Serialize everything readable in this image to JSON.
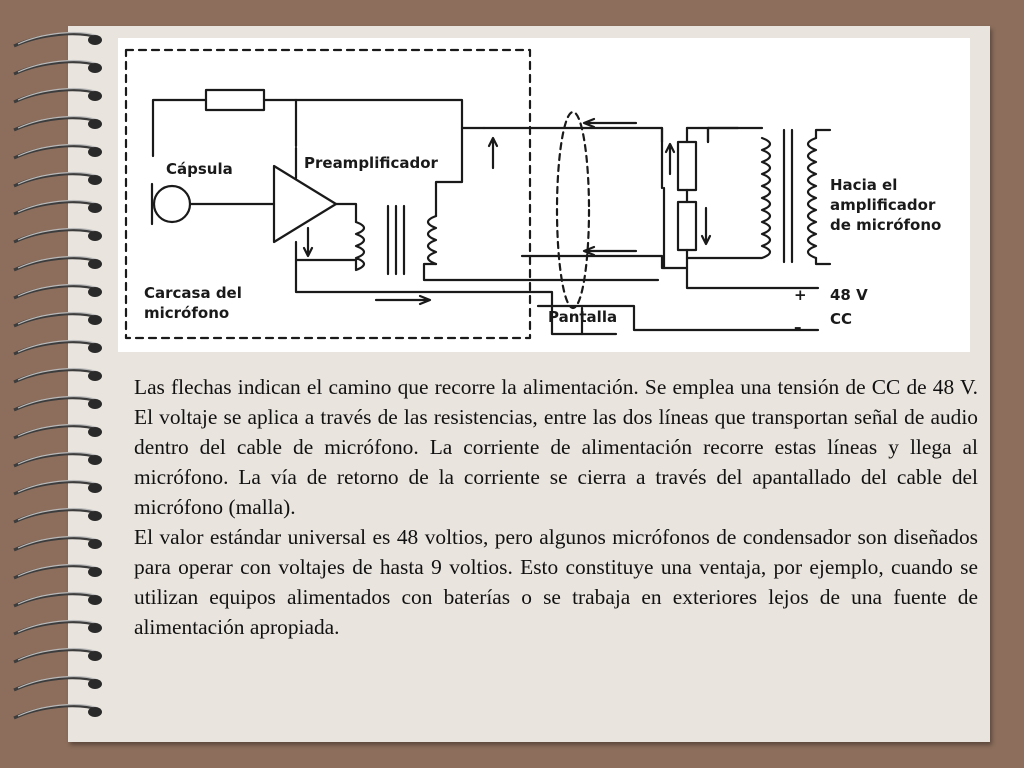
{
  "diagram": {
    "labels": {
      "capsule": "Cápsula",
      "preamp": "Preamplificador",
      "housing_line1": "Carcasa del",
      "housing_line2": "micrófono",
      "shield": "Pantalla",
      "dest_line1": "Hacia el",
      "dest_line2": "amplificador",
      "dest_line3": "de micrófono",
      "plus": "+",
      "minus": "–",
      "voltage": "48 V",
      "dc": "CC"
    }
  },
  "text": {
    "paragraph1": "Las flechas indican el camino que recorre la alimentación. Se emplea una tensión de CC de 48 V. El voltaje se aplica a través de las resistencias, entre las dos líneas que transportan señal de audio dentro del cable de micrófono. La corriente de alimentación recorre estas líneas y llega al micrófono. La vía de retorno de la corriente se cierra a través del apantallado del cable del micrófono (malla).",
    "paragraph2": "El valor estándar universal es 48 voltios, pero algunos micrófonos de condensador son diseñados para operar con voltajes de hasta 9 voltios. Esto constituye una ventaja, por ejemplo, cuando se utilizan equipos alimentados con baterías o se trabaja en exteriores lejos de una fuente de alimentación apropiada."
  }
}
